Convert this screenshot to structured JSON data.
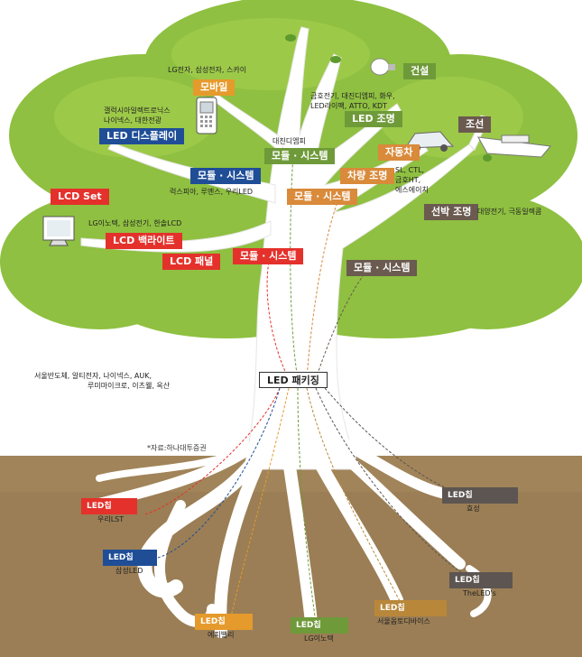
{
  "industries": {
    "mobile": {
      "label": "모바일",
      "companies": "LG전자, 삼성전자, 스카이"
    },
    "led_display": {
      "label": "LED 디스플레이",
      "companies_1": "갤럭시아일렉트로닉스",
      "companies_2": "나이넥스, 대한전광"
    },
    "module_1": {
      "label": "모듈 · 시스템",
      "companies": "럭스피아, 루멘스, 우리LED"
    },
    "lcd_set": {
      "label": "LCD Set"
    },
    "lcd_backlight": {
      "label": "LCD 백라이트",
      "companies": "LG이노텍, 삼성전기, 한솔LCD"
    },
    "lcd_panel": {
      "label": "LCD 패널"
    },
    "module_2": {
      "label": "모듈 · 시스템"
    },
    "module_3": {
      "label": "모듈 · 시스템",
      "companies": "대진디엠피"
    },
    "led_lighting": {
      "label": "LED 조명",
      "companies_1": "금호전기, 대진디엠피, 화우,",
      "companies_2": "LED라이팩, ATTO, KDT"
    },
    "construction": {
      "label": "건설"
    },
    "car": {
      "label": "자동차"
    },
    "car_lighting": {
      "label": "차량 조명",
      "companies_1": "SL, CTL,",
      "companies_2": "금호HT,",
      "companies_3": "에스에이치"
    },
    "module_4": {
      "label": "모듈 · 시스템"
    },
    "shipbuilding": {
      "label": "조선"
    },
    "ship_lighting": {
      "label": "선박 조명",
      "companies": "대양전기, 극동일렉콤"
    },
    "module_5": {
      "label": "모듈 · 시스템"
    },
    "led_packaging": {
      "label": "LED 패키징",
      "companies_1": "서울반도체, 알티전자, 나이넥스, AUK,",
      "companies_2": "루미마이크로, 이츠웰, 옥산"
    }
  },
  "source": "*자료:하나대투증권",
  "chips": [
    {
      "label": "LED칩",
      "company": "우리LST"
    },
    {
      "label": "LED칩",
      "company": "삼성LED"
    },
    {
      "label": "LED칩",
      "company": "에피밸리"
    },
    {
      "label": "LED칩",
      "company": "LG이노텍"
    },
    {
      "label": "LED칩",
      "company": "서울옵토디바이스"
    },
    {
      "label": "LED칩",
      "company": "TheLED's"
    },
    {
      "label": "LED칩",
      "company": "효성"
    }
  ],
  "colors": {
    "canopy": "#8fc041",
    "canopy_light": "#a7cf4f",
    "soil": "#9b7e55",
    "trunk": "#ffffff"
  }
}
